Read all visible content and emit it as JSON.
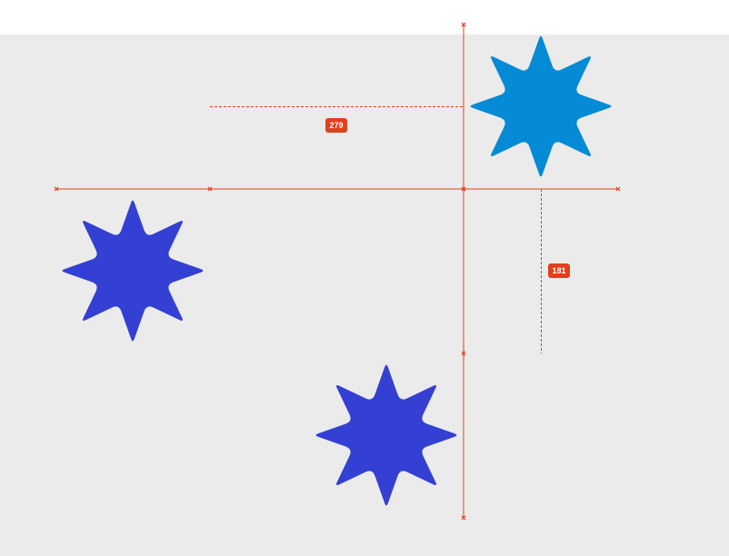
{
  "canvas": {
    "background_color": "#ebebeb",
    "top_bar_color": "#ffffff"
  },
  "shapes": [
    {
      "name": "selected-star",
      "kind": "star-8-point",
      "color": "#058ad6",
      "selected": true
    },
    {
      "name": "left-star",
      "kind": "star-8-point",
      "color": "#3340d3",
      "selected": false
    },
    {
      "name": "bottom-star",
      "kind": "star-8-point",
      "color": "#3340d3",
      "selected": false
    }
  ],
  "measurements": {
    "color": "#e0401c",
    "horizontal_distance": "279",
    "vertical_distance": "181"
  }
}
